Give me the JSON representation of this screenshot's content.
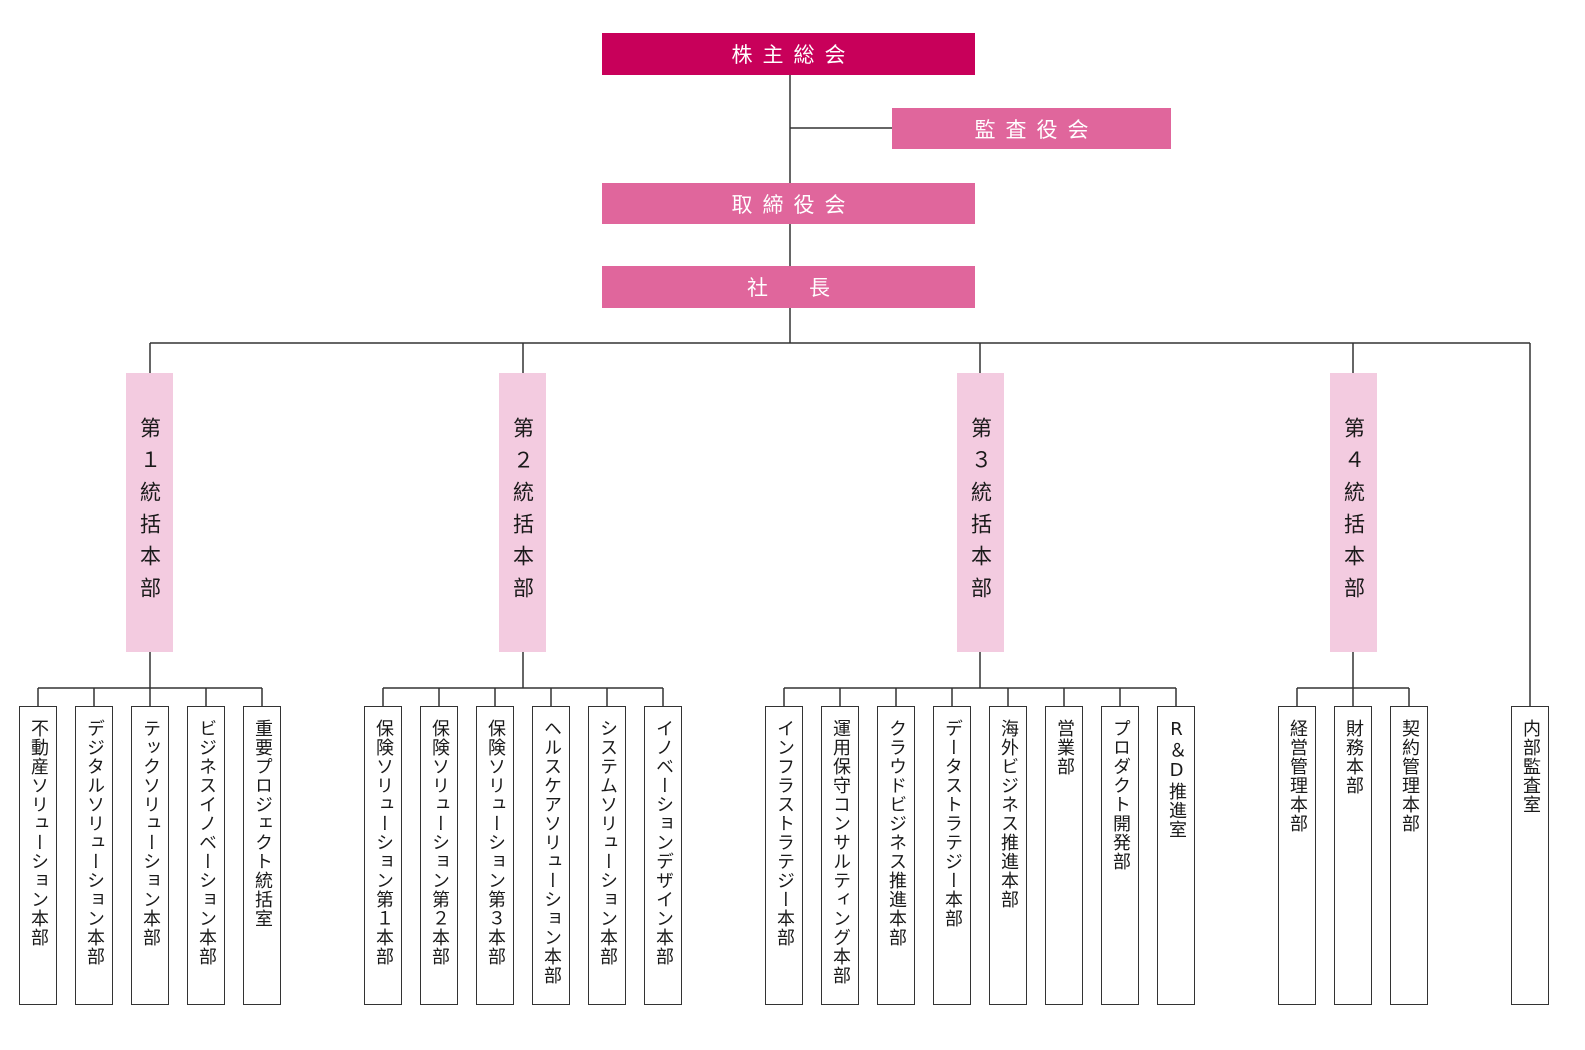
{
  "colors": {
    "shareholders": "#c8005a",
    "board": "#e0669c",
    "hq": "#f3cbe0",
    "line": "#333333"
  },
  "top": {
    "shareholders": "株主総会",
    "auditors": "監査役会",
    "board": "取締役会",
    "president": "社　長"
  },
  "headquarters": [
    "第１統括本部",
    "第２統括本部",
    "第３統括本部",
    "第４統括本部"
  ],
  "hq1_units": [
    "不動産ソリューション本部",
    "デジタルソリューション本部",
    "テックソリューション本部",
    "ビジネスイノベーション本部",
    "重要プロジェクト統括室"
  ],
  "hq2_units": [
    "保険ソリューション第１本部",
    "保険ソリューション第２本部",
    "保険ソリューション第３本部",
    "ヘルスケアソリューション本部",
    "システムソリューション本部",
    "イノベーションデザイン本部"
  ],
  "hq3_units": [
    "インフラストラテジー本部",
    "運用保守コンサルティング本部",
    "クラウドビジネス推進本部",
    "データストラテジー本部",
    "海外ビジネス推進本部",
    "営業部",
    "プロダクト開発部",
    "R＆D推進室"
  ],
  "hq4_units": [
    "経営管理本部",
    "財務本部",
    "契約管理本部"
  ],
  "internal_audit": "内部監査室"
}
